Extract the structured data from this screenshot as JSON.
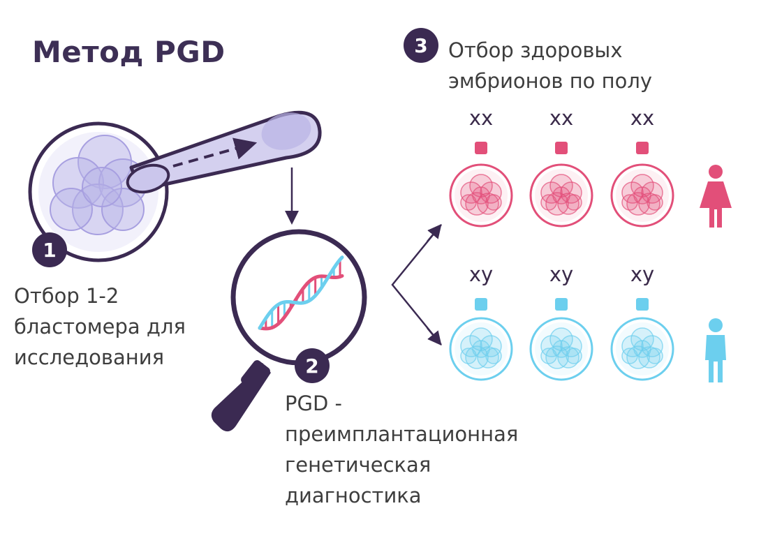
{
  "title": "Метод PGD",
  "steps": [
    {
      "number": "1",
      "lines": [
        "Отбор 1-2",
        "бластомера для",
        "исследования"
      ]
    },
    {
      "number": "2",
      "lines": [
        "PGD -",
        "преимплантационная",
        "генетическая",
        "диагностика"
      ]
    },
    {
      "number": "3",
      "lines": [
        "Отбор здоровых",
        "эмбрионов по полу"
      ]
    }
  ],
  "groups": [
    {
      "chromosomes": [
        "хх",
        "хх",
        "хх"
      ],
      "color": "#e24f79",
      "figure": "female-icon"
    },
    {
      "chromosomes": [
        "ху",
        "ху",
        "ху"
      ],
      "color": "#6ccfee",
      "figure": "male-icon"
    }
  ],
  "colors": {
    "dark": "#3b2a52",
    "lavender": "#b9b3e6",
    "pink": "#e24f79",
    "blue": "#6ccfee"
  }
}
